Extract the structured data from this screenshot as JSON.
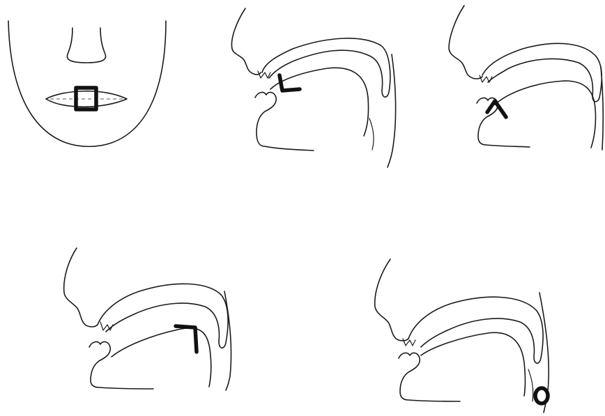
{
  "diagram": {
    "panels": [
      {
        "name": "front-face-lips",
        "glyph": "square"
      },
      {
        "name": "sagittal-tongue-tip",
        "glyph": "L-shape"
      },
      {
        "name": "sagittal-tongue-blade",
        "glyph": "caret"
      },
      {
        "name": "sagittal-tongue-back",
        "glyph": "reversed-L"
      },
      {
        "name": "sagittal-throat",
        "glyph": "circle"
      }
    ],
    "colors": {
      "outline": "#1a1a1a",
      "glyph": "#111111",
      "background": "#ffffff"
    }
  }
}
